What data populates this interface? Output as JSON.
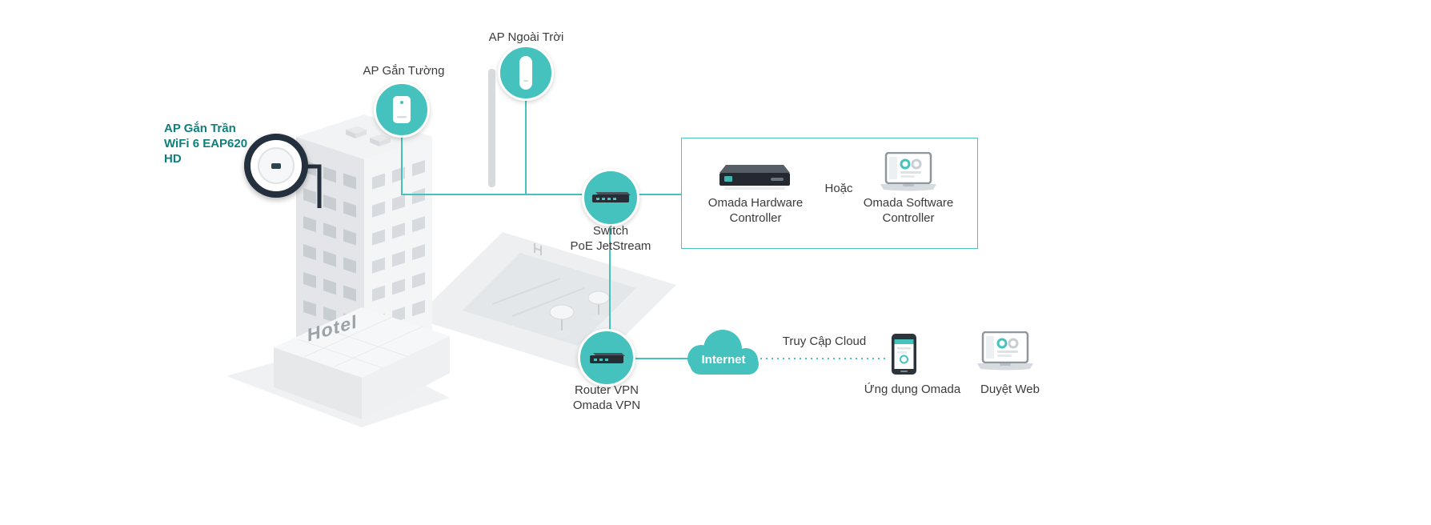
{
  "nodes": {
    "ap_outdoor": {
      "label": "AP Ngoài Trời"
    },
    "ap_wall": {
      "label": "AP Gắn Tường"
    },
    "ap_ceiling": {
      "lines": [
        "AP Gắn Trần",
        "WiFi 6 EAP620",
        "HD"
      ]
    },
    "switch": {
      "lines": [
        "Switch",
        "PoE JetStream"
      ]
    },
    "router": {
      "lines": [
        "Router VPN",
        "Omada VPN"
      ]
    },
    "internet": {
      "label": "Internet"
    },
    "cloud_access": {
      "label": "Truy Cập Cloud"
    },
    "omada_app": {
      "label": "Ứng dụng Omada"
    },
    "web_browser": {
      "label": "Duyệt Web"
    }
  },
  "controller_box": {
    "hardware": {
      "lines": [
        "Omada Hardware",
        "Controller"
      ]
    },
    "or": "Hoặc",
    "software": {
      "lines": [
        "Omada Software",
        "Controller"
      ]
    }
  },
  "building": {
    "sign": "Hotel"
  },
  "colors": {
    "teal": "#45c2be",
    "teal_text": "#0f7f7c",
    "navy": "#24303d",
    "text": "#3b3b3b"
  }
}
